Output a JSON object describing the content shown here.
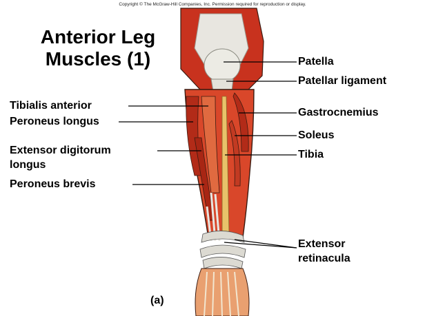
{
  "copyright": "Copyright © The McGraw-Hill Companies, Inc. Permission required for reproduction or display.",
  "title": {
    "line1": "Anterior Leg",
    "line2": "Muscles (1)"
  },
  "labels": {
    "patella": "Patella",
    "patellar_ligament": "Patellar ligament",
    "gastrocnemius": "Gastrocnemius",
    "soleus": "Soleus",
    "tibia": "Tibia",
    "extensor_retinacula_1": "Extensor",
    "extensor_retinacula_2": "retinacula",
    "tibialis_anterior": "Tibialis anterior",
    "peroneus_longus": "Peroneus longus",
    "extensor_digitorum_1": "Extensor digitorum",
    "extensor_digitorum_2": "longus",
    "peroneus_brevis": "Peroneus brevis"
  },
  "part_letter": "(a)",
  "colors": {
    "muscle": "#c8321e",
    "muscle_light": "#e06a40",
    "tendon": "#e8e6e0",
    "bone": "#e8c26a",
    "outline": "#3a1a10"
  }
}
